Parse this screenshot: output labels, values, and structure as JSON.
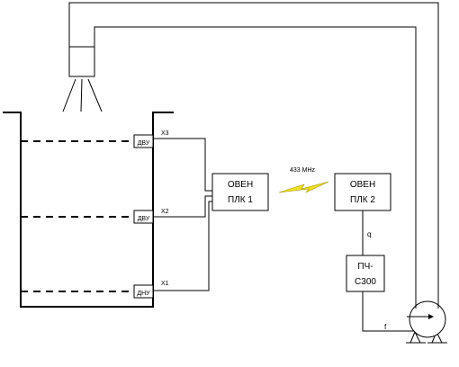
{
  "sensors": {
    "upper": {
      "label": "ДВУ",
      "terminal": "X3"
    },
    "middle": {
      "label": "ДВУ",
      "terminal": "X2"
    },
    "lower": {
      "label": "ДНУ",
      "terminal": "X1"
    }
  },
  "plc1": {
    "line1": "ОВЕН",
    "line2": "ПЛК 1"
  },
  "plc2": {
    "line1": "ОВЕН",
    "line2": "ПЛК 2"
  },
  "radio": {
    "frequency": "433 MHz",
    "bolt_color": "#f0e020"
  },
  "vfd": {
    "line1": "ПЧ-",
    "line2": "С300"
  },
  "signals": {
    "control": "q",
    "frequency": "f"
  }
}
